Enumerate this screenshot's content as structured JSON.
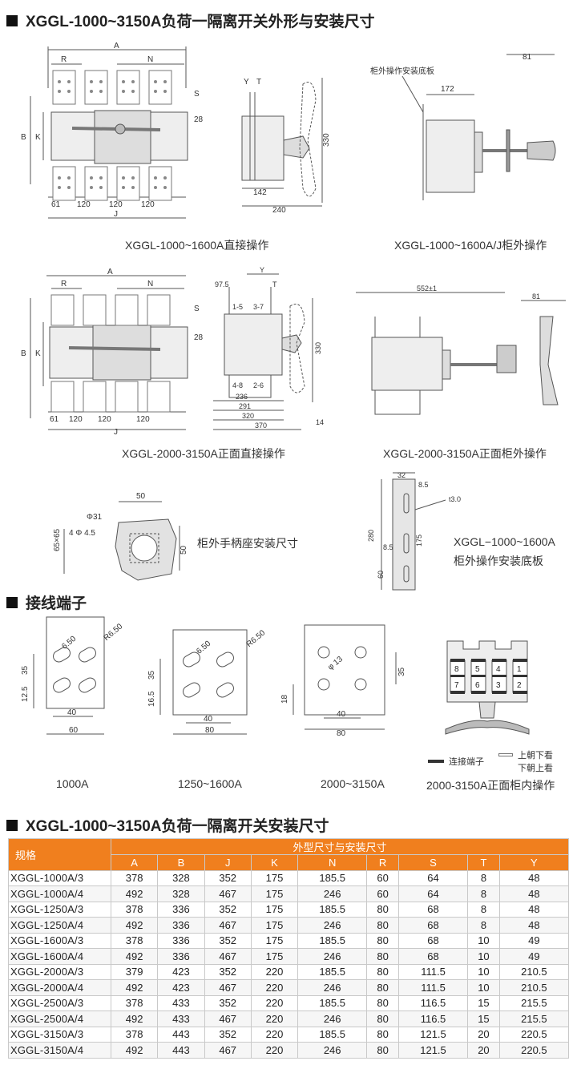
{
  "section1": {
    "title": "XGGL-1000~3150A负荷一隔离开关外形与安装尺寸"
  },
  "section2": {
    "title": "接线端子"
  },
  "section3": {
    "title": "XGGL-1000~3150A负荷一隔离开关安装尺寸"
  },
  "captions": {
    "d1": "XGGL-1000~1600A直接操作",
    "d2": "XGGL-1000~1600A/J柜外操作",
    "d3": "XGGL-2000-3150A正面直接操作",
    "d4": "XGGL-2000-3150A正面柜外操作",
    "d5": "柜外手柄座安装尺寸",
    "d6a": "XGGL−1000~1600A",
    "d6b": "柜外操作安装底板",
    "t1": "1000A",
    "t2": "1250~1600A",
    "t3": "2000~3150A",
    "t4": "2000-3150A正面柜内操作"
  },
  "dims": {
    "A": "A",
    "B": "B",
    "K": "K",
    "R": "R",
    "N": "N",
    "J": "J",
    "S": "S",
    "Y": "Y",
    "T": "T",
    "d28": "28",
    "d61": "61",
    "d120": "120",
    "d142": "142",
    "d240": "240",
    "d330": "330",
    "d81": "81",
    "d172": "172",
    "panel": "柜外操作安装底板",
    "d97_5": "97.5",
    "p15": "1-5",
    "p37": "3-7",
    "p48": "4-8",
    "p26": "2-6",
    "d236": "236",
    "d291": "291",
    "d320": "320",
    "d370": "370",
    "d14": "14",
    "d552": "552±1",
    "d50": "50",
    "phi31": "Φ31",
    "phi45": "4 Φ 4.5",
    "d65": "65×65",
    "d32": "32",
    "d8_5": "8.5",
    "t3": "t3.0",
    "d280": "280",
    "d175": "175",
    "d60": "60",
    "r650": "R6.50",
    "d6_50": "6.50",
    "d35": "35",
    "d12_5": "12.5",
    "d16_5": "16.5",
    "d40": "40",
    "d60b": "60",
    "d80": "80",
    "phi13": "φ 13",
    "d18": "18",
    "n8": "8",
    "n5": "5",
    "n4": "4",
    "n1": "1",
    "n7": "7",
    "n6": "6",
    "n3": "3",
    "n2": "2"
  },
  "legend": {
    "terminal": "连接端子",
    "updown": "上朝下看",
    "downup": "下朝上看"
  },
  "table": {
    "corner": "规格",
    "group_header": "外型尺寸与安装尺寸",
    "columns": [
      "A",
      "B",
      "J",
      "K",
      "N",
      "R",
      "S",
      "T",
      "Y"
    ],
    "rows": [
      [
        "XGGL-1000A/3",
        "378",
        "328",
        "352",
        "175",
        "185.5",
        "60",
        "64",
        "8",
        "48"
      ],
      [
        "XGGL-1000A/4",
        "492",
        "328",
        "467",
        "175",
        "246",
        "60",
        "64",
        "8",
        "48"
      ],
      [
        "XGGL-1250A/3",
        "378",
        "336",
        "352",
        "175",
        "185.5",
        "80",
        "68",
        "8",
        "48"
      ],
      [
        "XGGL-1250A/4",
        "492",
        "336",
        "467",
        "175",
        "246",
        "80",
        "68",
        "8",
        "48"
      ],
      [
        "XGGL-1600A/3",
        "378",
        "336",
        "352",
        "175",
        "185.5",
        "80",
        "68",
        "10",
        "49"
      ],
      [
        "XGGL-1600A/4",
        "492",
        "336",
        "467",
        "175",
        "246",
        "80",
        "68",
        "10",
        "49"
      ],
      [
        "XGGL-2000A/3",
        "379",
        "423",
        "352",
        "220",
        "185.5",
        "80",
        "111.5",
        "10",
        "210.5"
      ],
      [
        "XGGL-2000A/4",
        "492",
        "423",
        "467",
        "220",
        "246",
        "80",
        "111.5",
        "10",
        "210.5"
      ],
      [
        "XGGL-2500A/3",
        "378",
        "433",
        "352",
        "220",
        "185.5",
        "80",
        "116.5",
        "15",
        "215.5"
      ],
      [
        "XGGL-2500A/4",
        "492",
        "433",
        "467",
        "220",
        "246",
        "80",
        "116.5",
        "15",
        "215.5"
      ],
      [
        "XGGL-3150A/3",
        "378",
        "443",
        "352",
        "220",
        "185.5",
        "80",
        "121.5",
        "20",
        "220.5"
      ],
      [
        "XGGL-3150A/4",
        "492",
        "443",
        "467",
        "220",
        "246",
        "80",
        "121.5",
        "20",
        "220.5"
      ]
    ]
  }
}
